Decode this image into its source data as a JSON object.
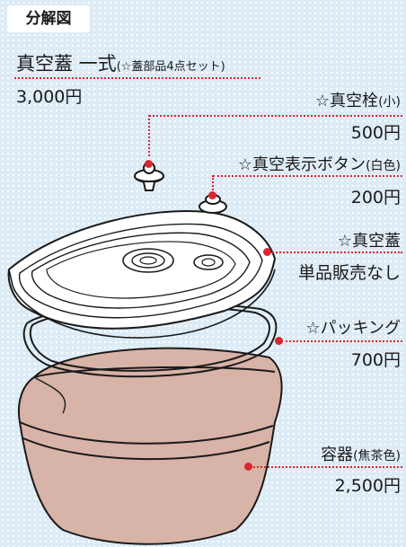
{
  "badge": "分解図",
  "title": {
    "main": "真空蓋 一式",
    "note": "(☆蓋部品4点セット)",
    "price": "3,000円"
  },
  "parts": [
    {
      "name": "☆真空栓",
      "suffix": "(小)",
      "price": "500円"
    },
    {
      "name": "☆真空表示ボタン",
      "suffix": "(白色)",
      "price": "200円"
    },
    {
      "name": "☆真空蓋",
      "suffix": "",
      "price": "単品販売なし"
    },
    {
      "name": "☆パッキング",
      "suffix": "",
      "price": "700円"
    },
    {
      "name": "容器",
      "suffix": "(焦茶色)",
      "price": "2,500円"
    }
  ],
  "colors": {
    "accent": "#d9252f",
    "container": "#d8b3a7",
    "background": "#dcebf5"
  }
}
